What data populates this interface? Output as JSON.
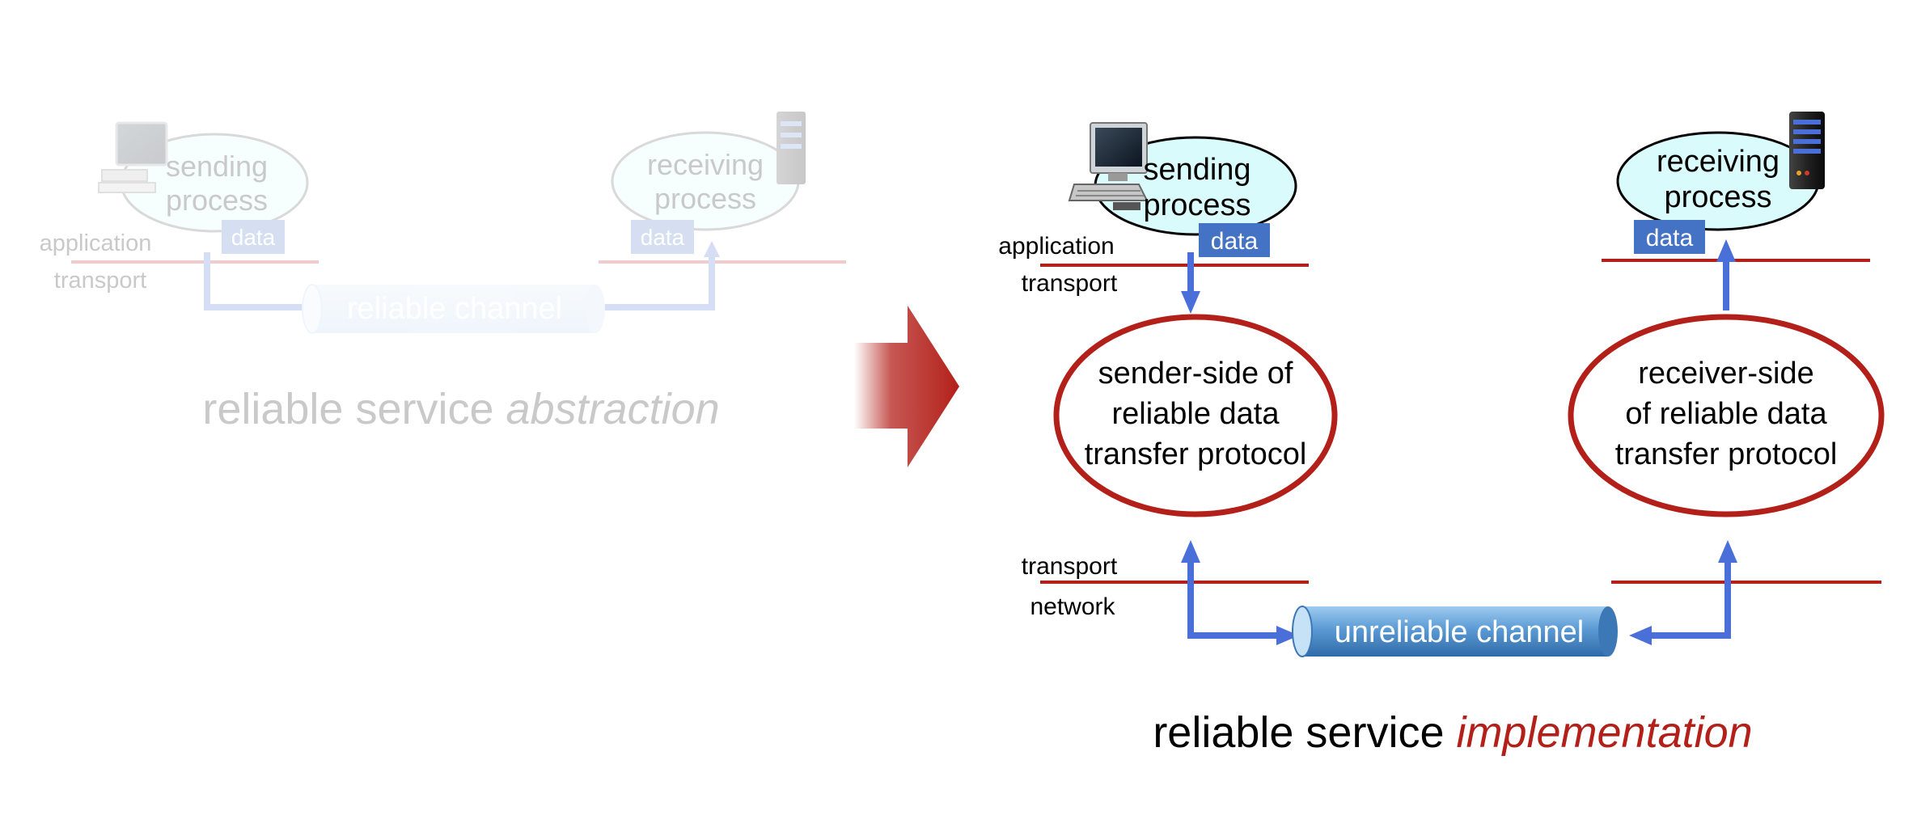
{
  "abstraction": {
    "sender_process": [
      "sending",
      "process"
    ],
    "receiver_process": [
      "receiving",
      "process"
    ],
    "data_label": "data",
    "layer_top": "application",
    "layer_bottom": "transport",
    "channel": "reliable channel",
    "title_plain": "reliable service ",
    "title_emph": "abstraction"
  },
  "implementation": {
    "sender_process": [
      "sending",
      "process"
    ],
    "receiver_process": [
      "receiving",
      "process"
    ],
    "data_label": "data",
    "layer_app": "application",
    "layer_transport_top": "transport",
    "layer_transport_bottom": "transport",
    "layer_network": "network",
    "sender_protocol": [
      "sender-side of",
      "reliable data",
      "transfer protocol"
    ],
    "receiver_protocol": [
      "receiver-side",
      "of reliable data",
      "transfer protocol"
    ],
    "channel": "unreliable channel",
    "title_plain": "reliable service ",
    "title_emph": "implementation"
  },
  "colors": {
    "arrow_blue": "#4a6fd8",
    "protocol_red": "#b3201a",
    "layer_line_red": "#b3201a",
    "data_box": "#4472c4",
    "process_fill": "#d9fbfb",
    "channel_blue": "#5b9bd5",
    "title_emph_red": "#b3201a"
  },
  "icons": {
    "sender_host": "desktop-computer-icon",
    "receiver_host": "server-tower-icon",
    "transition": "big-red-right-arrow"
  }
}
